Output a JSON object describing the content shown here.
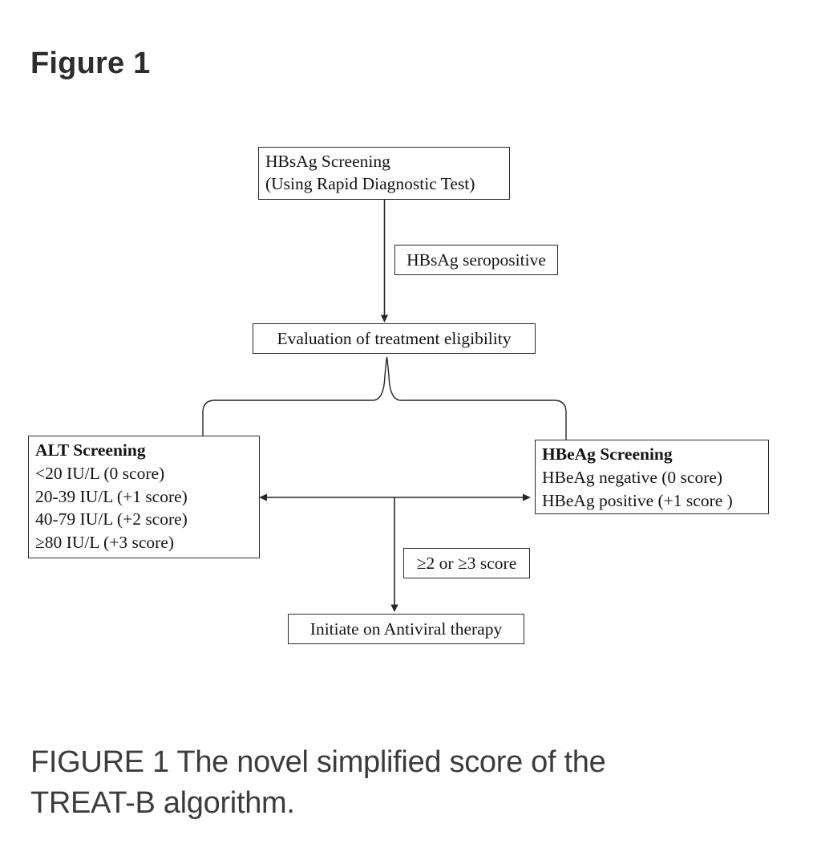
{
  "page": {
    "heading": "Figure 1",
    "caption": "FIGURE 1 The novel simplified score of the TREAT-B algorithm."
  },
  "flowchart": {
    "hbsag_screening": {
      "line1": "HBsAg Screening",
      "line2": "(Using Rapid Diagnostic Test)"
    },
    "hbsag_seropositive": {
      "label": "HBsAg seropositive"
    },
    "evaluation": {
      "label": "Evaluation of treatment eligibility"
    },
    "alt_screening": {
      "title": "ALT Screening",
      "lines": [
        "<20 IU/L (0 score)",
        "20-39 IU/L (+1 score)",
        "40-79 IU/L (+2 score)",
        "≥80 IU/L (+3 score)"
      ]
    },
    "hbeag_screening": {
      "title": "HBeAg Screening",
      "lines": [
        "HBeAg negative (0 score)",
        "HBeAg positive (+1 score )"
      ]
    },
    "score_rule": {
      "label": "≥2 or ≥3 score"
    },
    "initiate": {
      "label": "Initiate on Antiviral therapy"
    }
  },
  "colors": {
    "line": "#262626",
    "box_border": "#2b2b2b",
    "box_text": "#141414",
    "heading_text": "#2d2d2d",
    "caption_text": "#3c3c3c",
    "background": "#ffffff"
  }
}
